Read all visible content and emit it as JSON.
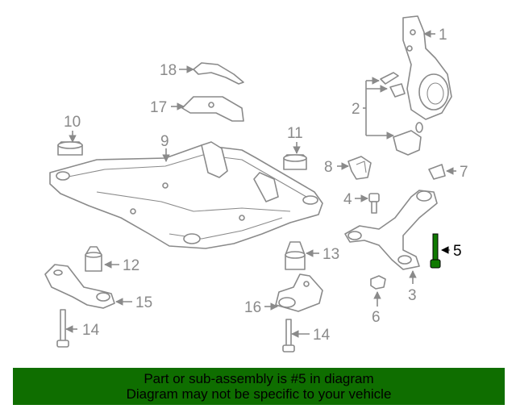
{
  "callouts": {
    "c1": "1",
    "c2": "2",
    "c3": "3",
    "c4": "4",
    "c5": "5",
    "c6": "6",
    "c7": "7",
    "c8": "8",
    "c9": "9",
    "c10": "10",
    "c11": "11",
    "c12": "12",
    "c13": "13",
    "c14a": "14",
    "c14b": "14",
    "c15": "15",
    "c16": "16",
    "c17": "17",
    "c18": "18"
  },
  "highlight_color": "#0f7a00",
  "banner": {
    "line1": "Part or sub-assembly is #5 in diagram",
    "line2": "Diagram may not be specific to your vehicle",
    "background": "#0f6e00"
  }
}
